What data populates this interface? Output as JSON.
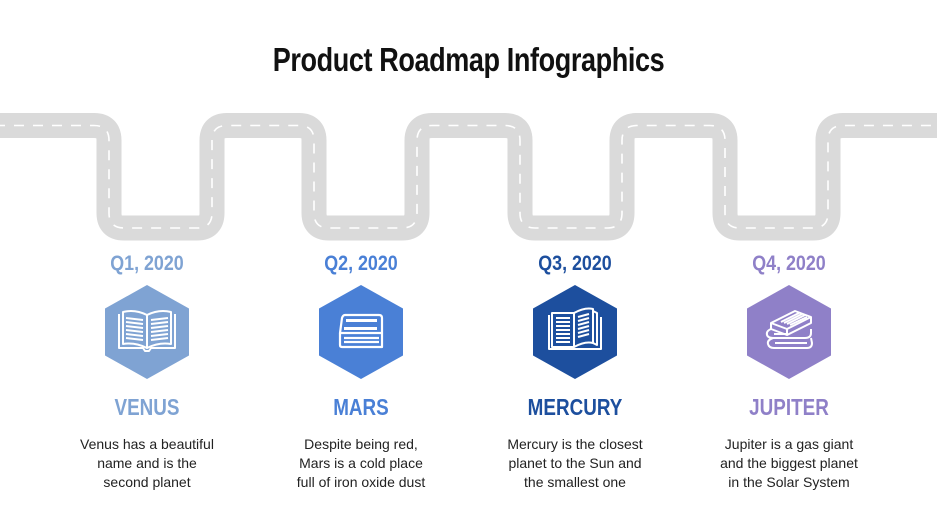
{
  "title": "Product Roadmap Infographics",
  "road": {
    "color": "#dadada",
    "dash_color": "#ffffff"
  },
  "milestones": [
    {
      "quarter": "Q1, 2020",
      "name": "VENUS",
      "color": "#7fa3d3",
      "icon": "open-book-icon",
      "description": [
        "Venus has a beautiful",
        "name and is the",
        "second planet"
      ]
    },
    {
      "quarter": "Q2, 2020",
      "name": "MARS",
      "color": "#4a80d6",
      "icon": "closed-book-icon",
      "description": [
        "Despite being red,",
        "Mars is a cold place",
        "full of iron oxide dust"
      ]
    },
    {
      "quarter": "Q3, 2020",
      "name": "MERCURY",
      "color": "#1d4f9e",
      "icon": "reading-book-icon",
      "description": [
        "Mercury is the closest",
        "planet to the Sun and",
        "the smallest one"
      ]
    },
    {
      "quarter": "Q4, 2020",
      "name": "JUPITER",
      "color": "#8f80c8",
      "icon": "book-stack-icon",
      "description": [
        "Jupiter is a gas giant",
        "and the biggest planet",
        "in the Solar System"
      ]
    }
  ]
}
